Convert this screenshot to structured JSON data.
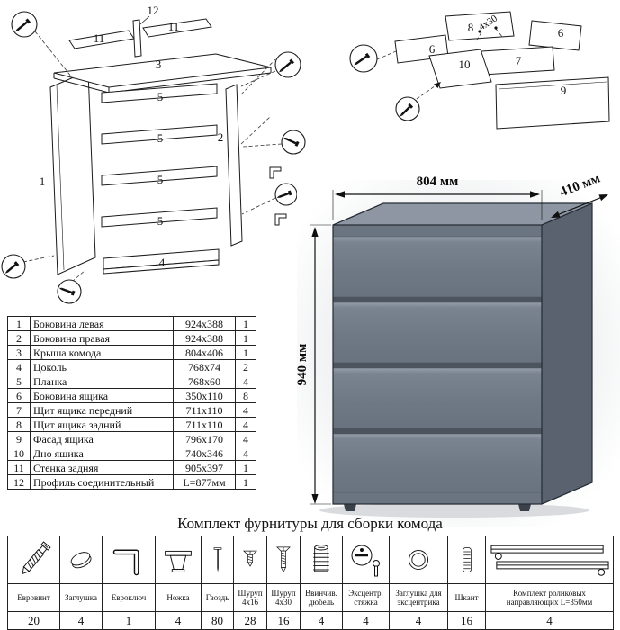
{
  "title": "Комплект фурнитуры для сборки комода",
  "dimensions": {
    "width": "804 мм",
    "depth": "410 мм",
    "height": "940 мм"
  },
  "frame_labels": {
    "p12": "12",
    "p11a": "11",
    "p11b": "11",
    "p3": "3",
    "p5a": "5",
    "p5b": "5",
    "p5c": "5",
    "p5d": "5",
    "p1": "1",
    "p2": "2",
    "p4": "4"
  },
  "drawer_labels": {
    "p8": "8",
    "p6a": "6",
    "p6b": "6",
    "p7": "7",
    "p10": "10",
    "p9": "9",
    "screw": "4x30"
  },
  "parts_table": {
    "rows": [
      {
        "num": "1",
        "name": "Боковина левая",
        "size": "924x388",
        "qty": "1"
      },
      {
        "num": "2",
        "name": "Боковина правая",
        "size": "924x388",
        "qty": "1"
      },
      {
        "num": "3",
        "name": "Крыша комода",
        "size": "804x406",
        "qty": "1"
      },
      {
        "num": "4",
        "name": "Цоколь",
        "size": "768x74",
        "qty": "2"
      },
      {
        "num": "5",
        "name": "Планка",
        "size": "768x60",
        "qty": "4"
      },
      {
        "num": "6",
        "name": "Боковина ящика",
        "size": "350x110",
        "qty": "8"
      },
      {
        "num": "7",
        "name": "Щит ящика передний",
        "size": "711x110",
        "qty": "4"
      },
      {
        "num": "8",
        "name": "Щит ящика задний",
        "size": "711x110",
        "qty": "4"
      },
      {
        "num": "9",
        "name": "Фасад ящика",
        "size": "796x170",
        "qty": "4"
      },
      {
        "num": "10",
        "name": "Дно ящика",
        "size": "740x346",
        "qty": "4"
      },
      {
        "num": "11",
        "name": "Стенка задняя",
        "size": "905x397",
        "qty": "1"
      },
      {
        "num": "12",
        "name": "Профиль соединительный",
        "size": "L=877мм",
        "qty": "1"
      }
    ]
  },
  "hardware_table": {
    "items": [
      {
        "name": "Евровинт",
        "qty": "20"
      },
      {
        "name": "Заглушка",
        "qty": "4"
      },
      {
        "name": "Евроключ",
        "qty": "1"
      },
      {
        "name": "Ножка",
        "qty": "4"
      },
      {
        "name": "Гвоздь",
        "qty": "80"
      },
      {
        "name": "Шуруп 4x16",
        "qty": "28"
      },
      {
        "name": "Шуруп 4x30",
        "qty": "16"
      },
      {
        "name": "Ввинчив. дюбель",
        "qty": "4"
      },
      {
        "name": "Эксцентр. стяжка",
        "qty": "4"
      },
      {
        "name": "Заглушка для эксцентрика",
        "qty": "4"
      },
      {
        "name": "Шкант",
        "qty": "16"
      },
      {
        "name": "Комплект роликовых направляющих L=350мм",
        "qty": "4"
      }
    ]
  },
  "colors": {
    "chest_top": "#8d96a2",
    "chest_side": "#59626e",
    "chest_front": "#6b7581",
    "chest_gap": "#4c545f"
  }
}
